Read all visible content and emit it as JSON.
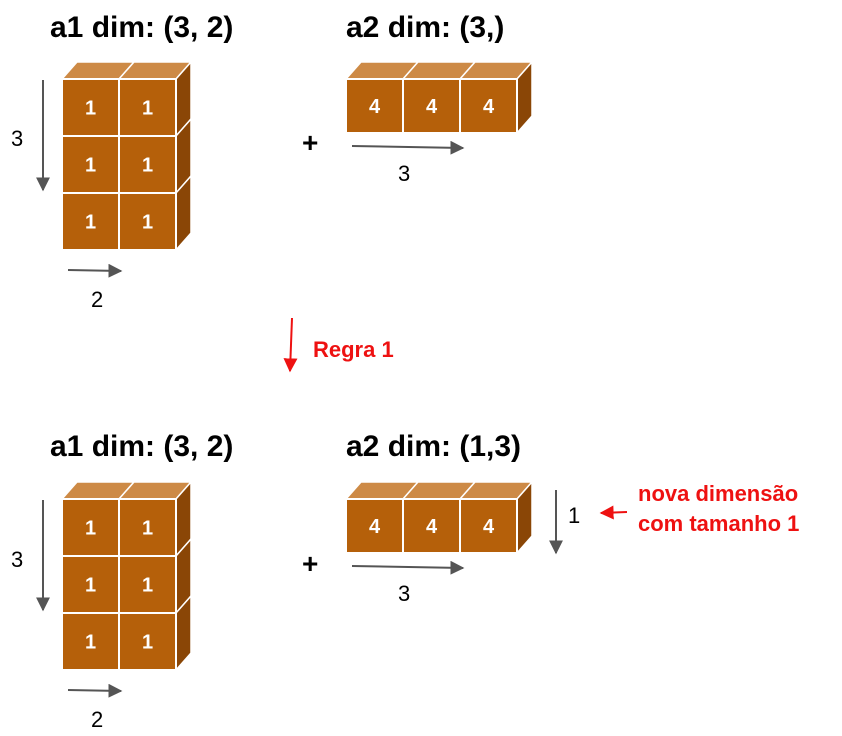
{
  "colors": {
    "cube_front": "#b5600a",
    "cube_top": "#cd8a46",
    "cube_side": "#8a4606",
    "cube_edge": "#ffffff",
    "arrow_gray": "#555555",
    "accent_red": "#ee1111"
  },
  "top": {
    "a1": {
      "title": "a1 dim: (3, 2)",
      "rows": 3,
      "cols": 2,
      "value": "1",
      "row_label": "3",
      "col_label": "2"
    },
    "plus": "+",
    "a2": {
      "title": "a2 dim: (3,)",
      "rows": 1,
      "cols": 3,
      "value": "4",
      "col_label": "3"
    }
  },
  "rule": {
    "label": "Regra 1"
  },
  "bottom": {
    "a1": {
      "title": "a1 dim: (3, 2)",
      "rows": 3,
      "cols": 2,
      "value": "1",
      "row_label": "3",
      "col_label": "2"
    },
    "plus": "+",
    "a2": {
      "title": "a2 dim: (1,3)",
      "rows": 1,
      "cols": 3,
      "value": "4",
      "row_label": "1",
      "col_label": "3"
    },
    "note": {
      "line1": "nova dimensão",
      "line2": "com tamanho 1"
    }
  }
}
